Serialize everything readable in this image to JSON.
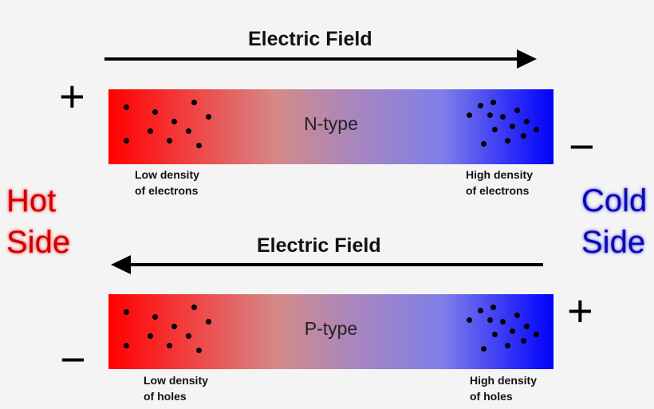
{
  "top_arrow": {
    "label": "Electric Field",
    "direction": "right"
  },
  "bottom_arrow": {
    "label": "Electric Field",
    "direction": "left"
  },
  "n_bar": {
    "label": "N-type",
    "left_caption": [
      "Low density",
      "of electrons"
    ],
    "right_caption": [
      "High density",
      "of electrons"
    ],
    "left_sign": "+",
    "right_sign": "−"
  },
  "p_bar": {
    "label": "P-type",
    "left_caption": [
      "Low density",
      "of holes"
    ],
    "right_caption": [
      "High density",
      "of holes"
    ],
    "left_sign": "−",
    "right_sign": "+"
  },
  "hot_side": {
    "line1": "Hot",
    "line2": "Side"
  },
  "cold_side": {
    "line1": "Cold",
    "line2": "Side"
  },
  "colors": {
    "hot": "#ff0000",
    "cold": "#0000ff",
    "background": "#f4f4f4"
  }
}
